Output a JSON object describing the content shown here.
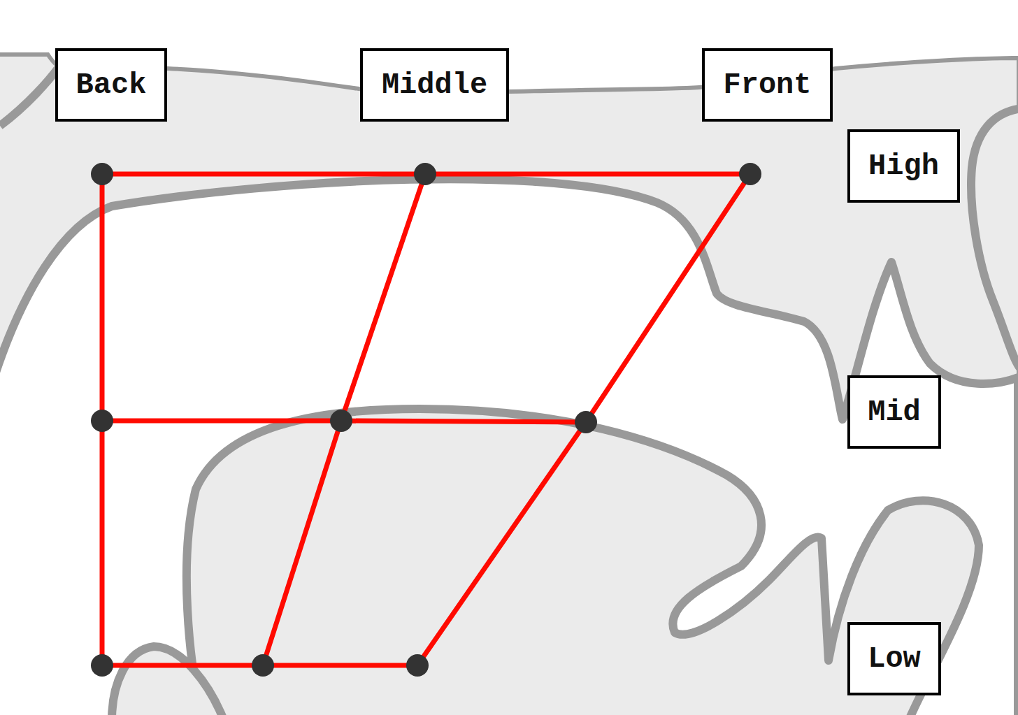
{
  "diagram": {
    "nodes": [
      {
        "text": [
          "Back"
        ]
      },
      {
        "text": [
          "Middle"
        ]
      },
      {
        "text": [
          "Front"
        ]
      },
      {
        "text": [
          "High"
        ]
      },
      {
        "text": [
          "Mid"
        ]
      },
      {
        "text": [
          "Low"
        ]
      }
    ]
  }
}
